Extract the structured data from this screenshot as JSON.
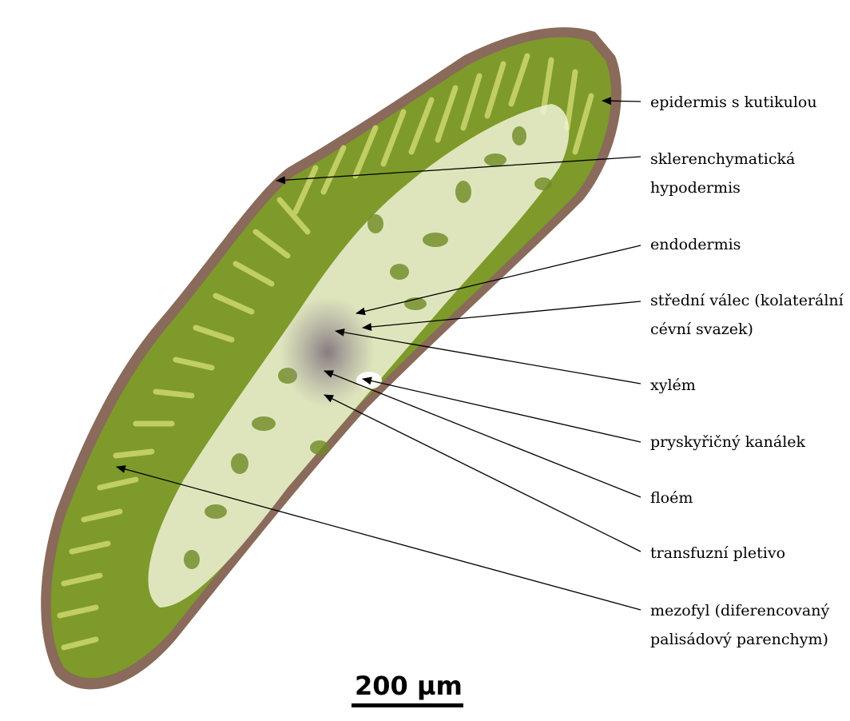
{
  "labels": {
    "epidermis": "epidermis s kutikulou",
    "hypodermis_1": "sklerenchymatická",
    "hypodermis_2": "hypodermis",
    "endodermis": "endodermis",
    "cylinder_1": "střední válec (kolaterální",
    "cylinder_2": "cévní svazek)",
    "xylem": "xylém",
    "resin_canal": "pryskyřičný kanálek",
    "phloem": "floém",
    "transfusion": "transfuzní pletivo",
    "mesophyll_1": "mezofyl (diferencovaný",
    "mesophyll_2": "palisádový parenchym)"
  },
  "scale_bar": {
    "label": "200 µm"
  },
  "colors": {
    "tissue_green": "#7e9a2a",
    "tissue_light": "#eaf0c8",
    "cuticle": "#8a6a5a",
    "vascular": "#8a7c86"
  }
}
